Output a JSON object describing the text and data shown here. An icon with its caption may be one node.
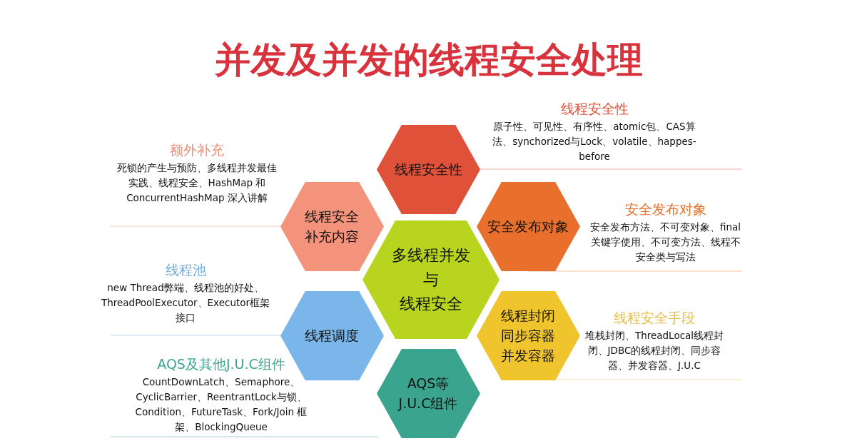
{
  "diagram": {
    "title": "并发及并发的线程安全处理",
    "nodes": [
      {
        "text": [
          "线程安全性"
        ],
        "beside": [
          "线程安全性",
          "原子性、可见性、有序性、atomic包、CAS算法、synchorized与Lock、volatile、happes-before"
        ]
      },
      {
        "text": [
          "线程安全",
          "补充内容"
        ],
        "beside": [
          "额外补充",
          "死锁的产生与预防、多线程并发最佳实践、线程安全、HashMap 和 ConcurrentHashMap 深入讲解"
        ]
      },
      {
        "text": [
          "多线程并发",
          "与",
          "线程安全"
        ]
      },
      {
        "text": [
          "安全发布对象"
        ],
        "beside": [
          "安全发布对象",
          "安全发布方法、不可变对象、final关键字使用、不可变方法、线程不安全类与写法"
        ]
      },
      {
        "text": [
          "线程调度"
        ],
        "beside": [
          "线程池",
          "new Thread弊端、线程池的好处、ThreadPoolExecutor、Executor框架接口"
        ]
      },
      {
        "text": [
          "线程封闭",
          "同步容器",
          "并发容器"
        ],
        "beside": [
          "线程安全手段",
          "堆栈封闭、ThreadLocal线程封闭、JDBC的线程封闭、同步容器、并发容器、J.U.C"
        ]
      },
      {
        "text": [
          "AQS等",
          "J.U.C组件"
        ],
        "beside": [
          "AQS及其他J.U.C组件",
          "CountDownLatch、Semaphore、CyclicBarrier、ReentrantLock与锁、Condition、FutureTask、Fork/Join 框架、BlockingQueue"
        ]
      }
    ]
  }
}
